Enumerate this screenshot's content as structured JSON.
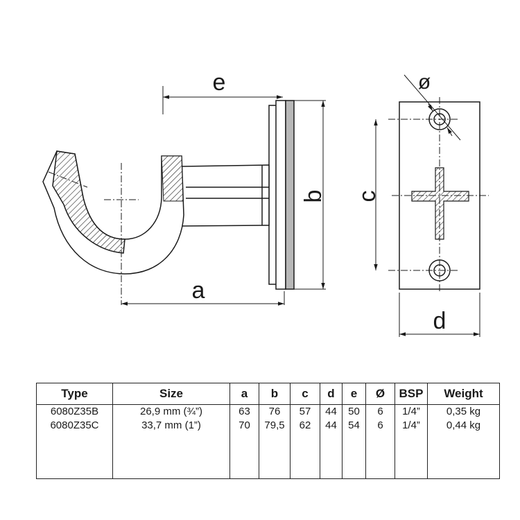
{
  "dimension_labels": {
    "a": "a",
    "b": "b",
    "c": "c",
    "d": "d",
    "e": "e",
    "diameter": "ø"
  },
  "table": {
    "headers": [
      "Type",
      "Size",
      "a",
      "b",
      "c",
      "d",
      "e",
      "Ø",
      "BSP",
      "Weight"
    ],
    "rows": [
      [
        "6080Z35B",
        "26,9 mm (¾”)",
        "63",
        "76",
        "57",
        "44",
        "50",
        "6",
        "1/4”",
        "0,35 kg"
      ],
      [
        "6080Z35C",
        "33,7 mm (1”)",
        "70",
        "79,5",
        "62",
        "44",
        "54",
        "6",
        "1/4”",
        "0,44 kg"
      ]
    ]
  }
}
